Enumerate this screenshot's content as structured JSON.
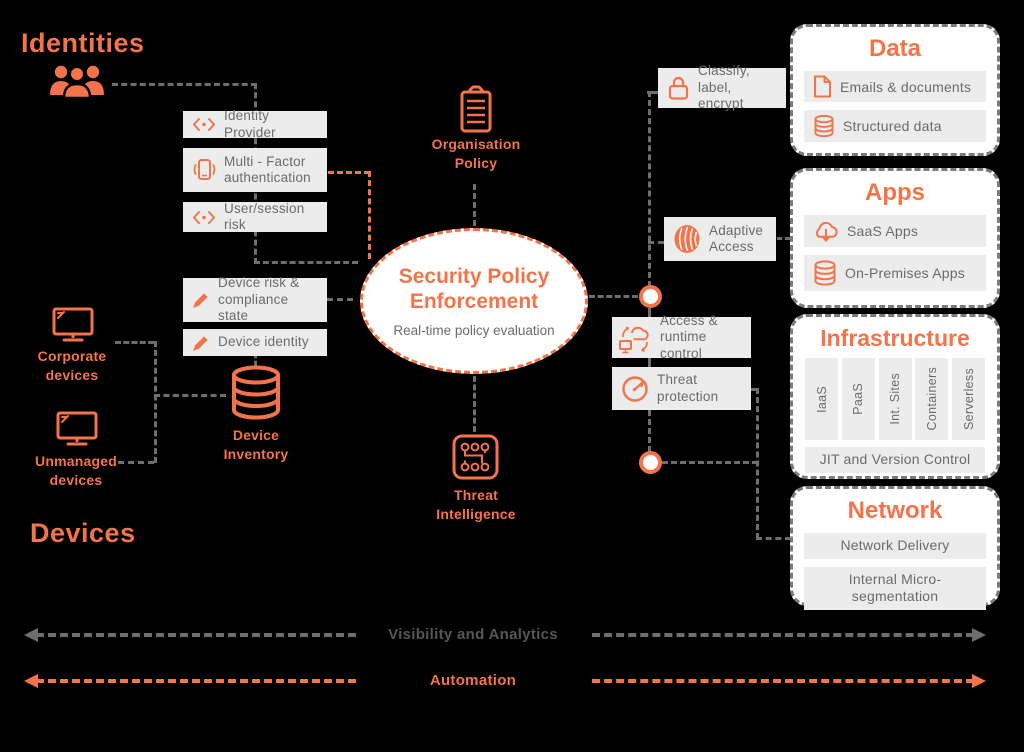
{
  "colors": {
    "orange": "#F3744A",
    "connector_gray": "#6E6E6E",
    "box_background": "#ECECEC",
    "box_text": "#6B6B6B",
    "panel_background": "#FFFFFF"
  },
  "headings": {
    "identities": "Identities",
    "devices": "Devices"
  },
  "identity_boxes": [
    {
      "label": "Identity Provider",
      "icon": "code-brackets-icon"
    },
    {
      "label": "Multi - Factor authentication",
      "icon": "mobile-auth-icon"
    },
    {
      "label": "User/session risk",
      "icon": "code-brackets-icon"
    }
  ],
  "device_boxes": [
    {
      "label": "Device risk & compliance state",
      "icon": "pencil-icon"
    },
    {
      "label": "Device identity",
      "icon": "pencil-icon"
    }
  ],
  "device_nodes": {
    "corporate": "Corporate devices",
    "unmanaged": "Unmanaged devices",
    "inventory": "Device Inventory"
  },
  "center": {
    "title": "Security Policy Enforcement",
    "subtitle": "Real-time policy evaluation",
    "top_node": "Organisation Policy",
    "bottom_node": "Threat Intelligence"
  },
  "policy_actions": [
    {
      "label": "Classify, label, encrypt",
      "icon": "lock-icon"
    },
    {
      "label": "Adaptive Access",
      "icon": "adaptive-access-icon"
    },
    {
      "label": "Access & runtime control",
      "icon": "cloud-sync-icon"
    },
    {
      "label": "Threat protection",
      "icon": "threat-gauge-icon"
    }
  ],
  "panels": {
    "data": {
      "title": "Data",
      "rows": [
        {
          "label": "Emails & documents",
          "icon": "document-icon"
        },
        {
          "label": "Structured data",
          "icon": "database-icon"
        }
      ]
    },
    "apps": {
      "title": "Apps",
      "rows": [
        {
          "label": "SaaS Apps",
          "icon": "cloud-download-icon"
        },
        {
          "label": "On-Premises Apps",
          "icon": "database-icon"
        }
      ]
    },
    "infrastructure": {
      "title": "Infrastructure",
      "columns": [
        "IaaS",
        "PaaS",
        "Int. Sites",
        "Containers",
        "Serverless"
      ],
      "footer": "JIT and Version Control"
    },
    "network": {
      "title": "Network",
      "rows": [
        {
          "label": "Network Delivery"
        },
        {
          "label": "Internal Micro-segmentation"
        }
      ]
    }
  },
  "bottom_arrows": [
    {
      "label": "Visibility and Analytics",
      "color": "gray"
    },
    {
      "label": "Automation",
      "color": "orange"
    }
  ]
}
